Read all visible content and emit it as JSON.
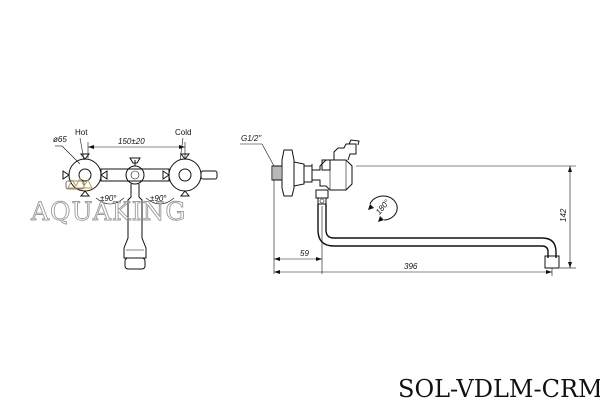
{
  "front_view": {
    "diameter_label": "ø65",
    "hot_label": "Hot",
    "cold_label": "Cold",
    "spacing_label": "150±20",
    "angle_left_label": "±90°",
    "angle_right_label": "±90°"
  },
  "side_view": {
    "thread_label": "G1/2\"",
    "rotation_label": "180°",
    "dim_offset_label": "59",
    "dim_length_label": "396",
    "dim_height_label": "142"
  },
  "watermark": "AQUAKING",
  "model_code": "SOL-VDLM-CRM"
}
